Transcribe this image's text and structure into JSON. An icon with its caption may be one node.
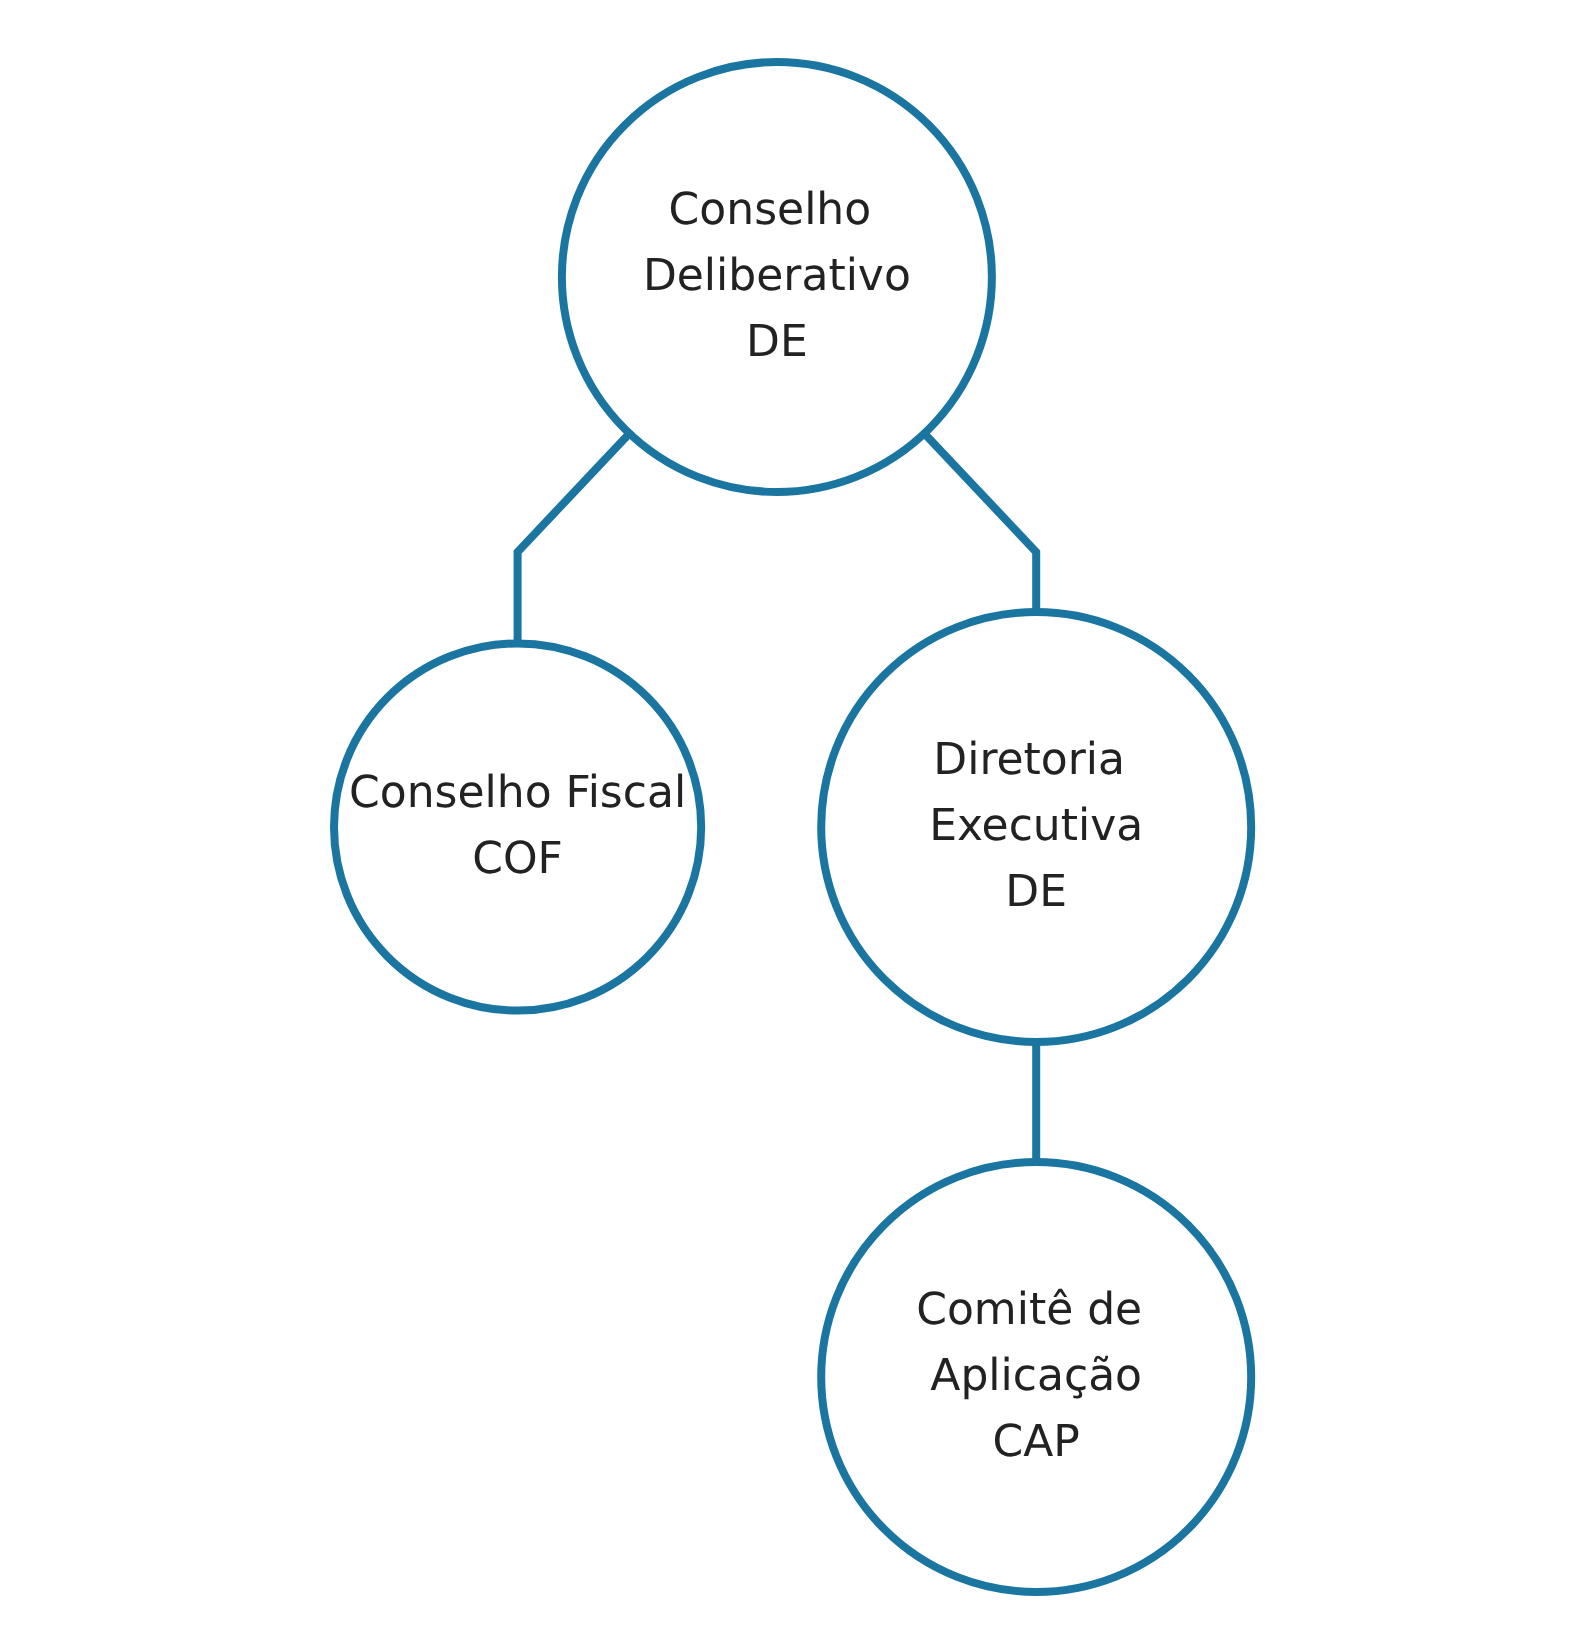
{
  "diagram": {
    "nodes": [
      {
        "text": [
          "Conselho Deliberativo",
          "DE"
        ]
      },
      {
        "text": [
          "Conselho Fiscal",
          "COF"
        ]
      },
      {
        "text": [
          "Diretoria Executiva",
          "DE"
        ]
      },
      {
        "text": [
          "Comitê de Aplicação",
          "CAP"
        ]
      }
    ],
    "edges": [
      {
        "from": 0,
        "to": 1,
        "arrow": "none"
      },
      {
        "from": 0,
        "to": 2,
        "arrow": "none"
      },
      {
        "from": 2,
        "to": 3,
        "arrow": "none"
      }
    ]
  }
}
